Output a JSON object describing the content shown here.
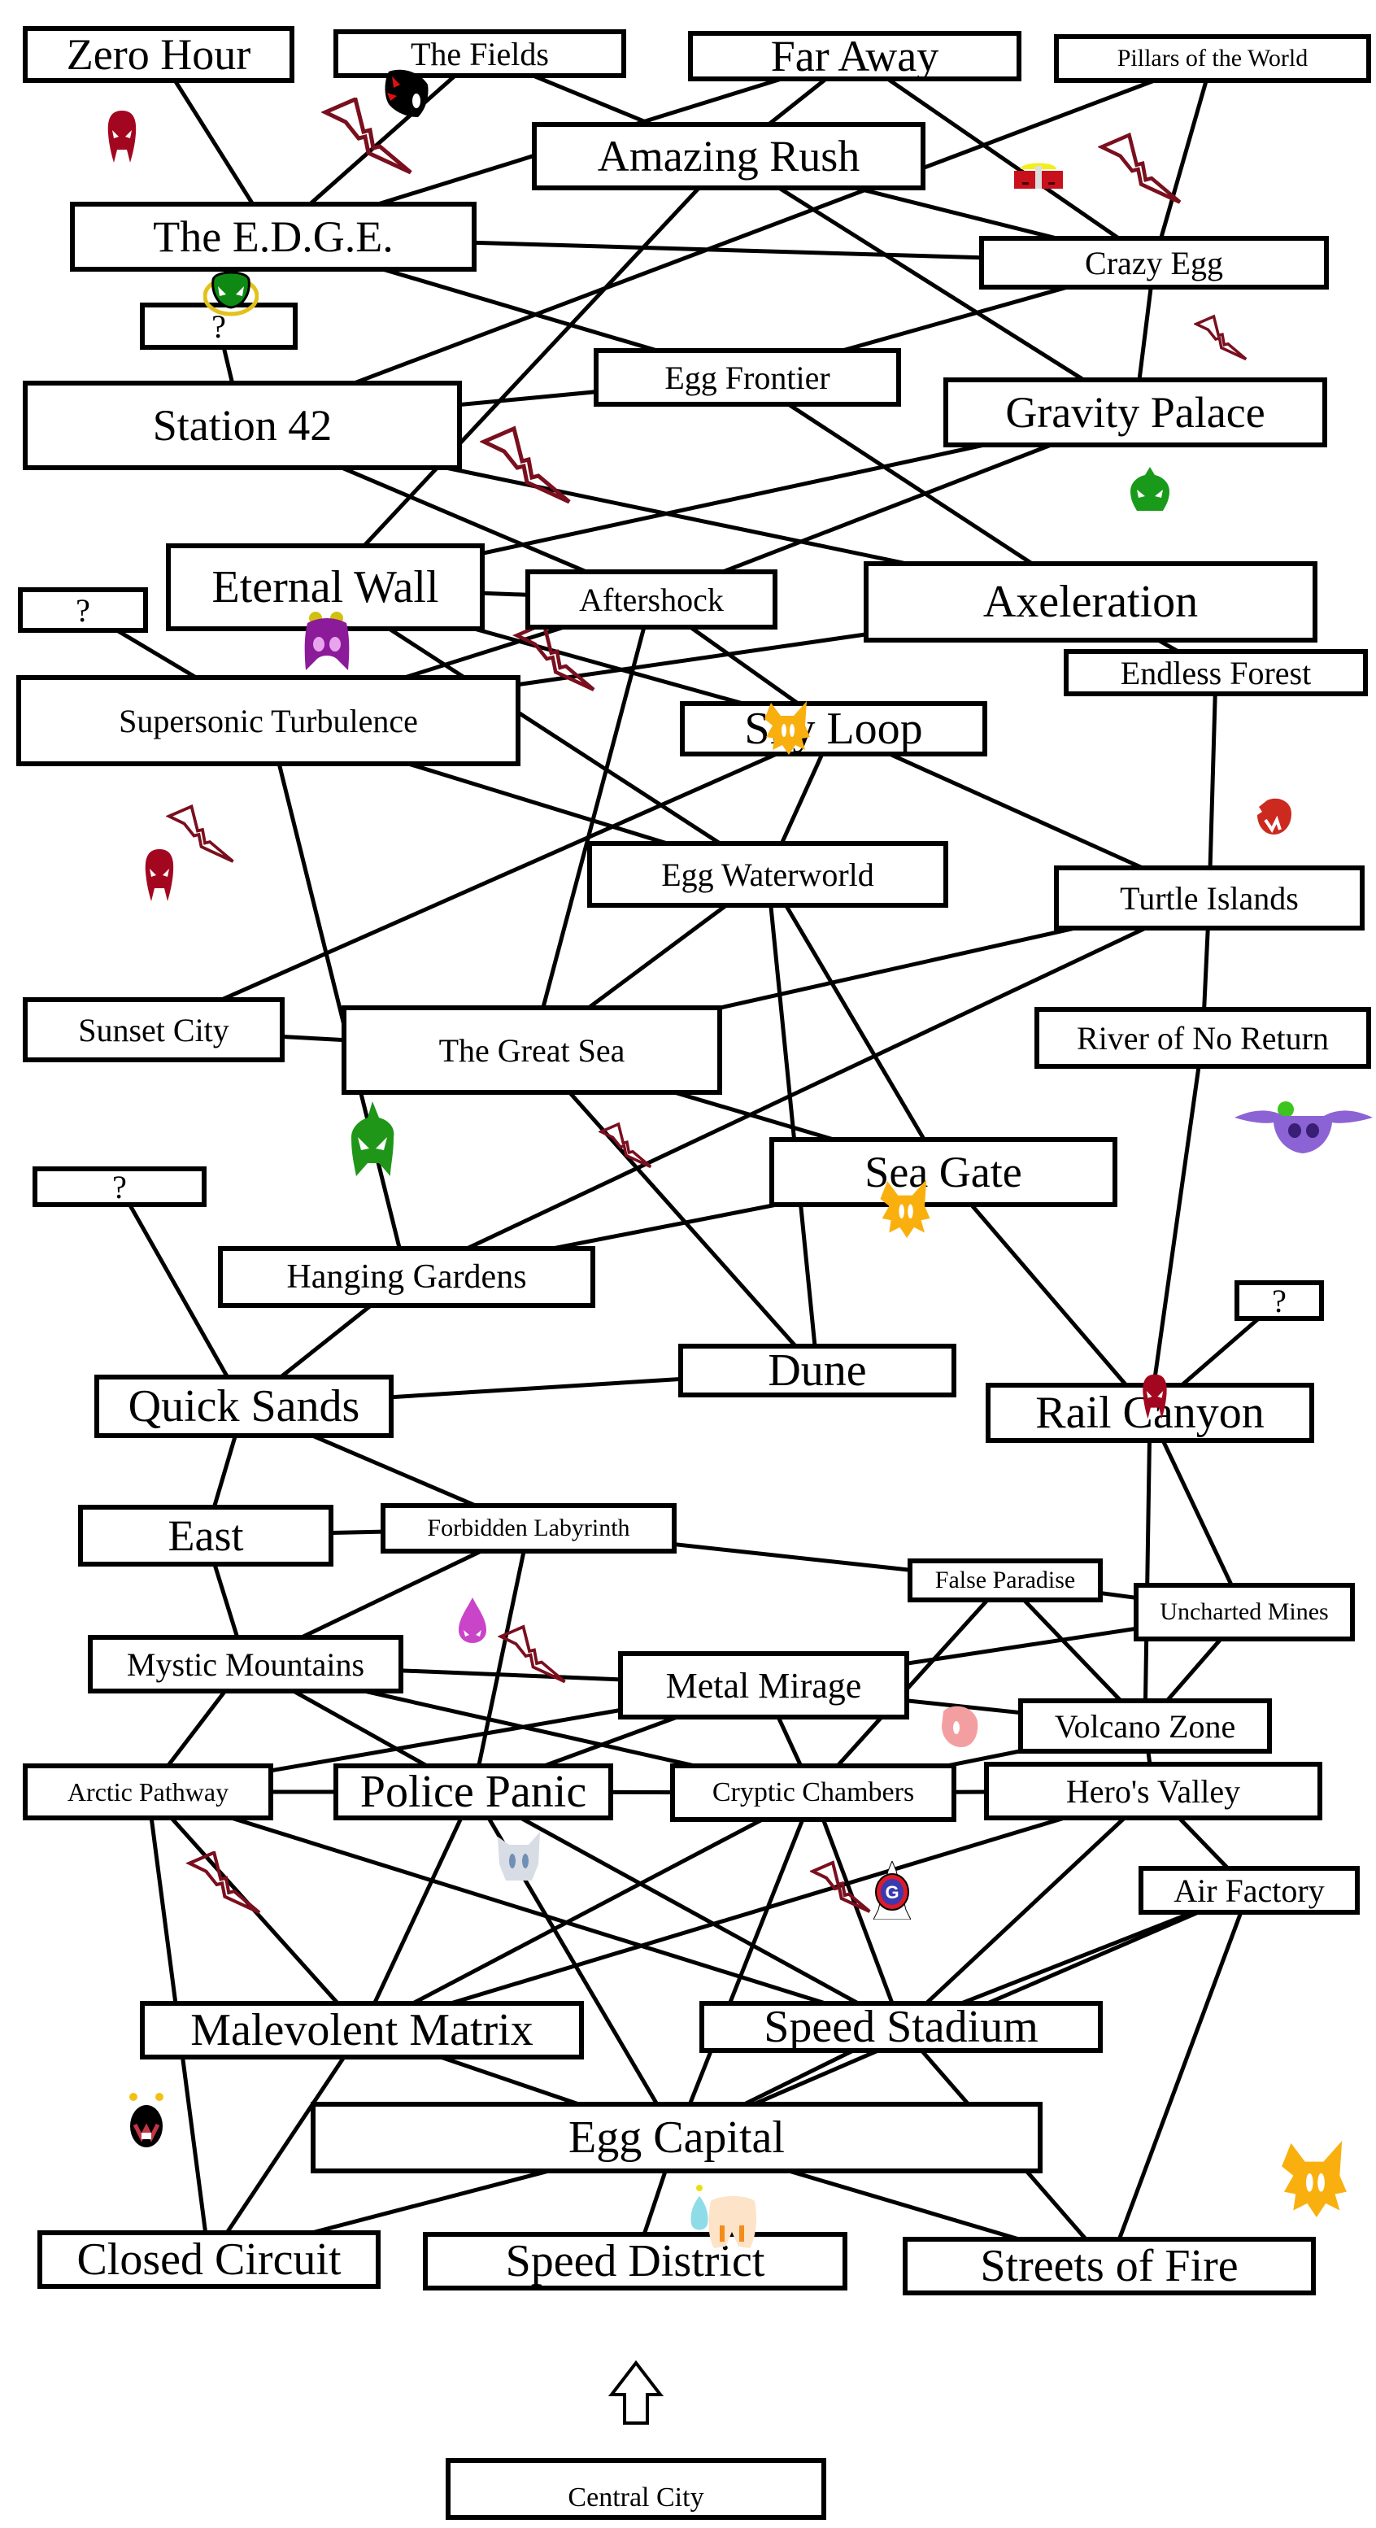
{
  "title": "Stage map",
  "colors": {
    "line": "#000000",
    "bolt": "#7a0f1e",
    "box_border": "#000000",
    "background": "#ffffff"
  },
  "nodes": {
    "zero_hour": "Zero Hour",
    "the_fields": "The Fields",
    "far_away": "Far Away",
    "pillars_of_the_world": "Pillars of the World",
    "amazing_rush": "Amazing Rush",
    "the_edge": "The E.D.G.E.",
    "crazy_egg": "Crazy Egg",
    "unknown_1": "?",
    "station_42": "Station 42",
    "egg_frontier": "Egg Frontier",
    "gravity_palace": "Gravity Palace",
    "eternal_wall": "Eternal Wall",
    "aftershock": "Aftershock",
    "axeleration": "Axeleration",
    "unknown_2": "?",
    "sky_loop": "Sky Loop",
    "endless_forest": "Endless Forest",
    "supersonic_turbulence": "Supersonic Turbulence",
    "egg_waterworld": "Egg Waterworld",
    "turtle_islands": "Turtle Islands",
    "sunset_city": "Sunset City",
    "the_great_sea": "The Great Sea",
    "river_of_no_return": "River of No Return",
    "sea_gate": "Sea Gate",
    "unknown_3": "?",
    "hanging_gardens": "Hanging Gardens",
    "unknown_4": "?",
    "dune": "Dune",
    "quick_sands": "Quick Sands",
    "rail_canyon": "Rail Canyon",
    "east": "East",
    "forbidden_labyrinth": "Forbidden Labyrinth",
    "false_paradise": "False Paradise",
    "uncharted_mines": "Uncharted Mines",
    "mystic_mountains": "Mystic Mountains",
    "metal_mirage": "Metal Mirage",
    "volcano_zone": "Volcano Zone",
    "arctic_pathway": "Arctic Pathway",
    "police_panic": "Police Panic",
    "cryptic_chambers": "Cryptic Chambers",
    "heros_valley": "Hero's Valley",
    "air_factory": "Air Factory",
    "malevolent_matrix": "Malevolent Matrix",
    "speed_stadium": "Speed Stadium",
    "egg_capital": "Egg Capital",
    "closed_circuit": "Closed Circuit",
    "speed_district": "Speed District",
    "streets_of_fire": "Streets of Fire",
    "central_city": "Central City"
  },
  "connections": [
    [
      "zero_hour",
      "the_edge"
    ],
    [
      "the_fields",
      "the_edge"
    ],
    [
      "the_fields",
      "amazing_rush"
    ],
    [
      "far_away",
      "the_edge"
    ],
    [
      "far_away",
      "amazing_rush"
    ],
    [
      "far_away",
      "crazy_egg"
    ],
    [
      "pillars_of_the_world",
      "crazy_egg"
    ],
    [
      "pillars_of_the_world",
      "station_42"
    ],
    [
      "amazing_rush",
      "crazy_egg"
    ],
    [
      "amazing_rush",
      "gravity_palace"
    ],
    [
      "amazing_rush",
      "eternal_wall"
    ],
    [
      "the_edge",
      "crazy_egg"
    ],
    [
      "the_edge",
      "egg_frontier"
    ],
    [
      "crazy_egg",
      "egg_frontier"
    ],
    [
      "crazy_egg",
      "gravity_palace"
    ],
    [
      "unknown_1",
      "station_42"
    ],
    [
      "station_42",
      "egg_frontier"
    ],
    [
      "station_42",
      "aftershock"
    ],
    [
      "station_42",
      "axeleration"
    ],
    [
      "egg_frontier",
      "axeleration"
    ],
    [
      "gravity_palace",
      "eternal_wall"
    ],
    [
      "gravity_palace",
      "aftershock"
    ],
    [
      "eternal_wall",
      "aftershock"
    ],
    [
      "eternal_wall",
      "sky_loop"
    ],
    [
      "eternal_wall",
      "egg_waterworld"
    ],
    [
      "aftershock",
      "sky_loop"
    ],
    [
      "aftershock",
      "supersonic_turbulence"
    ],
    [
      "aftershock",
      "the_great_sea"
    ],
    [
      "axeleration",
      "supersonic_turbulence"
    ],
    [
      "axeleration",
      "endless_forest"
    ],
    [
      "unknown_2",
      "supersonic_turbulence"
    ],
    [
      "sky_loop",
      "sunset_city"
    ],
    [
      "sky_loop",
      "egg_waterworld"
    ],
    [
      "sky_loop",
      "turtle_islands"
    ],
    [
      "endless_forest",
      "turtle_islands"
    ],
    [
      "supersonic_turbulence",
      "egg_waterworld"
    ],
    [
      "supersonic_turbulence",
      "hanging_gardens"
    ],
    [
      "egg_waterworld",
      "the_great_sea"
    ],
    [
      "egg_waterworld",
      "dune"
    ],
    [
      "egg_waterworld",
      "sea_gate"
    ],
    [
      "turtle_islands",
      "the_great_sea"
    ],
    [
      "turtle_islands",
      "hanging_gardens"
    ],
    [
      "turtle_islands",
      "river_of_no_return"
    ],
    [
      "sunset_city",
      "the_great_sea"
    ],
    [
      "the_great_sea",
      "sea_gate"
    ],
    [
      "the_great_sea",
      "dune"
    ],
    [
      "river_of_no_return",
      "rail_canyon"
    ],
    [
      "sea_gate",
      "hanging_gardens"
    ],
    [
      "sea_gate",
      "rail_canyon"
    ],
    [
      "unknown_3",
      "quick_sands"
    ],
    [
      "hanging_gardens",
      "quick_sands"
    ],
    [
      "unknown_4",
      "rail_canyon"
    ],
    [
      "dune",
      "quick_sands"
    ],
    [
      "quick_sands",
      "east"
    ],
    [
      "quick_sands",
      "forbidden_labyrinth"
    ],
    [
      "rail_canyon",
      "volcano_zone"
    ],
    [
      "rail_canyon",
      "uncharted_mines"
    ],
    [
      "east",
      "forbidden_labyrinth"
    ],
    [
      "east",
      "mystic_mountains"
    ],
    [
      "forbidden_labyrinth",
      "false_paradise"
    ],
    [
      "forbidden_labyrinth",
      "mystic_mountains"
    ],
    [
      "forbidden_labyrinth",
      "police_panic"
    ],
    [
      "false_paradise",
      "uncharted_mines"
    ],
    [
      "false_paradise",
      "volcano_zone"
    ],
    [
      "false_paradise",
      "cryptic_chambers"
    ],
    [
      "uncharted_mines",
      "metal_mirage"
    ],
    [
      "uncharted_mines",
      "volcano_zone"
    ],
    [
      "mystic_mountains",
      "metal_mirage"
    ],
    [
      "mystic_mountains",
      "arctic_pathway"
    ],
    [
      "mystic_mountains",
      "police_panic"
    ],
    [
      "mystic_mountains",
      "cryptic_chambers"
    ],
    [
      "metal_mirage",
      "arctic_pathway"
    ],
    [
      "metal_mirage",
      "police_panic"
    ],
    [
      "metal_mirage",
      "cryptic_chambers"
    ],
    [
      "metal_mirage",
      "volcano_zone"
    ],
    [
      "volcano_zone",
      "cryptic_chambers"
    ],
    [
      "volcano_zone",
      "heros_valley"
    ],
    [
      "arctic_pathway",
      "police_panic"
    ],
    [
      "arctic_pathway",
      "malevolent_matrix"
    ],
    [
      "arctic_pathway",
      "speed_stadium"
    ],
    [
      "arctic_pathway",
      "closed_circuit"
    ],
    [
      "police_panic",
      "cryptic_chambers"
    ],
    [
      "police_panic",
      "malevolent_matrix"
    ],
    [
      "police_panic",
      "speed_stadium"
    ],
    [
      "police_panic",
      "egg_capital"
    ],
    [
      "cryptic_chambers",
      "heros_valley"
    ],
    [
      "cryptic_chambers",
      "malevolent_matrix"
    ],
    [
      "cryptic_chambers",
      "speed_stadium"
    ],
    [
      "cryptic_chambers",
      "egg_capital"
    ],
    [
      "heros_valley",
      "malevolent_matrix"
    ],
    [
      "heros_valley",
      "speed_stadium"
    ],
    [
      "heros_valley",
      "air_factory"
    ],
    [
      "air_factory",
      "speed_stadium"
    ],
    [
      "air_factory",
      "egg_capital"
    ],
    [
      "air_factory",
      "streets_of_fire"
    ],
    [
      "malevolent_matrix",
      "egg_capital"
    ],
    [
      "malevolent_matrix",
      "closed_circuit"
    ],
    [
      "speed_stadium",
      "egg_capital"
    ],
    [
      "speed_stadium",
      "streets_of_fire"
    ],
    [
      "egg_capital",
      "closed_circuit"
    ],
    [
      "egg_capital",
      "speed_district"
    ],
    [
      "egg_capital",
      "streets_of_fire"
    ]
  ],
  "start_arrow": {
    "from": "central_city",
    "direction": "up"
  },
  "icons": [
    {
      "name": "red-mask-icon"
    },
    {
      "name": "shadow-head-icon"
    },
    {
      "name": "eggman-car-icon"
    },
    {
      "name": "green-crown-head-icon"
    },
    {
      "name": "green-spike-head-icon"
    },
    {
      "name": "purple-bat-head-icon"
    },
    {
      "name": "fox-head-icon"
    },
    {
      "name": "red-echidna-head-icon"
    },
    {
      "name": "green-fin-head-icon"
    },
    {
      "name": "purple-bat-with-frog-icon"
    },
    {
      "name": "pink-flame-head-icon"
    },
    {
      "name": "pink-hedgehog-head-icon"
    },
    {
      "name": "white-bat-head-icon"
    },
    {
      "name": "gun-emblem-icon"
    },
    {
      "name": "bomb-robot-icon"
    },
    {
      "name": "chao-cream-icon"
    }
  ]
}
